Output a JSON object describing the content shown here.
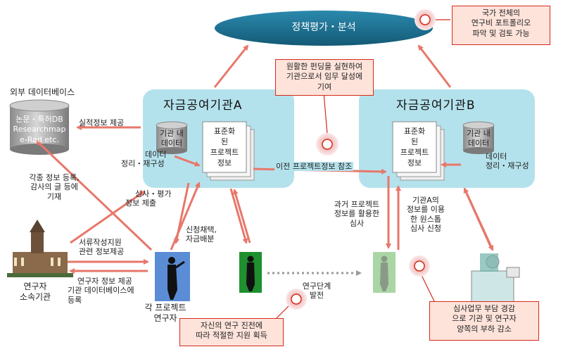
{
  "policy": {
    "label": "정책평가・분석"
  },
  "national_callout": {
    "lines": [
      "국가 전체의",
      "연구비 포트폴리오",
      "파악 및 검토 가능"
    ]
  },
  "funding_callout": {
    "lines": [
      "원활한 펀딩을 실현하여",
      "기관으로서 임무 달성에",
      "기여"
    ]
  },
  "institution_a": {
    "title": "자금공여기관A",
    "db_label": [
      "기관 내",
      "데이터"
    ],
    "doc_label": [
      "표준화",
      "된",
      "프로젝트",
      "정보"
    ],
    "data_label": [
      "데이터",
      "정리・재구성"
    ]
  },
  "institution_b": {
    "title": "자금공여기관B",
    "db_label": [
      "기관 내",
      "데이터"
    ],
    "doc_label": [
      "표준화",
      "된",
      "프로젝트",
      "정보"
    ],
    "data_label": [
      "데이터",
      "정리・재구성"
    ]
  },
  "external_db": {
    "title": "외부 데이터베이스",
    "lines": [
      "논문・특허DB",
      "Researchmap",
      "e-Rad etc."
    ]
  },
  "labels": {
    "performance_info": "실적정보 제공",
    "registration": [
      "각종 정보 등록,",
      "감사의 글 등에",
      "기재"
    ],
    "review_eval": [
      "심사・평가",
      "정보 제출"
    ],
    "doc_support": [
      "서류작성지원",
      "관련 정보제공"
    ],
    "researcher_info": [
      "연구자 정보 제공",
      "기관 데이터베이스에",
      "등록"
    ],
    "adoption": [
      "신청채택,",
      "자금배분"
    ],
    "prev_project": "이전 프로젝트정보 참조",
    "past_review": [
      "과거 프로젝트",
      "정보를 활용한",
      "심사"
    ],
    "inst_a_info": [
      "기관A의",
      "정보를 이용",
      "한 원스톱",
      "심사 신청"
    ],
    "research_stage": [
      "연구단계",
      "발전"
    ]
  },
  "affiliation": {
    "lines": [
      "연구자",
      "소속기관"
    ]
  },
  "researchers": {
    "lines": [
      "각 프로젝트",
      "연구자"
    ]
  },
  "progress_callout": {
    "lines": [
      "자신의 연구 진전에",
      "따라 적절한 지원 획득"
    ]
  },
  "review_callout": {
    "lines": [
      "심사업무 부담 경감",
      "으로 기관 및 연구자",
      "양쪽의 부하 감소"
    ]
  },
  "colors": {
    "panel": "#b4e2ec",
    "ellipse": "#1f6f8f",
    "arrow": "#e8776a",
    "callout_border": "#d62a1a",
    "callout_fill": "#fde3da"
  }
}
